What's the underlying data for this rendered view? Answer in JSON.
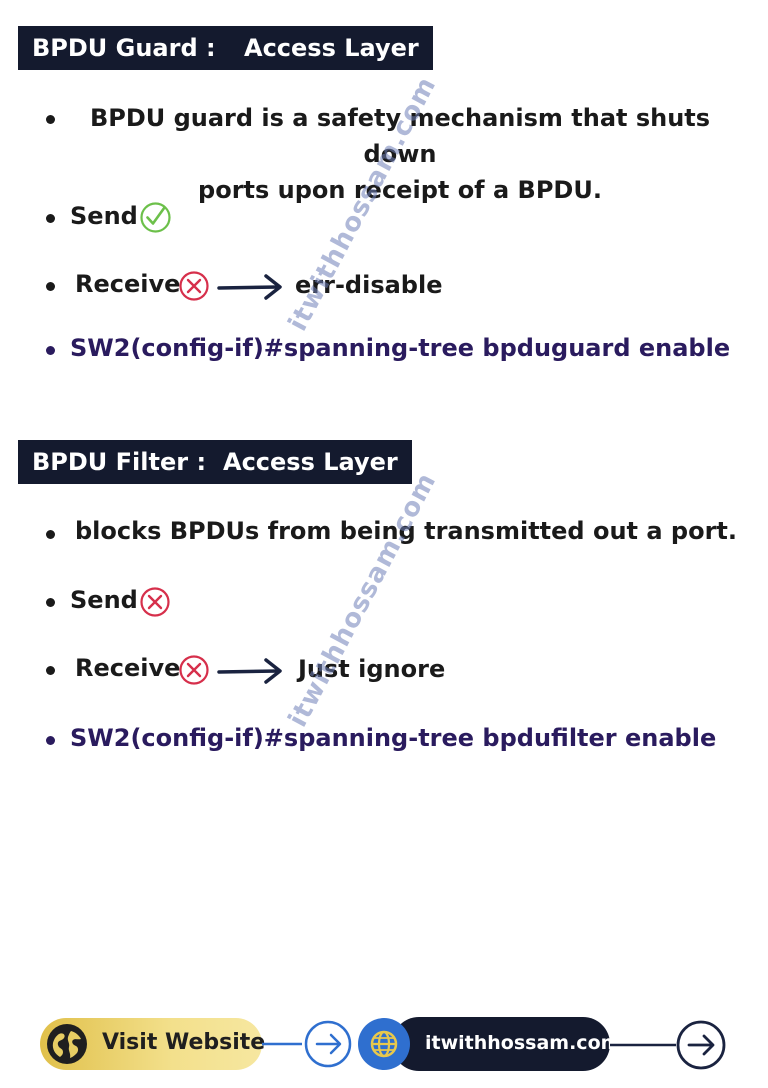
{
  "guard": {
    "tag_title": "BPDU Guard :",
    "tag_layer": "Access Layer",
    "description_line1": "BPDU guard is a safety mechanism that shuts down",
    "description_line2": "ports upon receipt of a BPDU.",
    "send_label": "Send",
    "send_icon": "check-circle-icon",
    "receive_label": "Receive",
    "receive_icon": "x-circle-icon",
    "receive_result": "err-disable",
    "command": "SW2(config-if)#spanning-tree bpduguard enable"
  },
  "filter": {
    "tag_title": "BPDU Filter :",
    "tag_layer": "Access Layer",
    "description": "blocks BPDUs from being transmitted out a port.",
    "send_label": "Send",
    "send_icon": "x-circle-icon",
    "receive_label": "Receive",
    "receive_icon": "x-circle-icon",
    "receive_result": "Just ignore",
    "command": "SW2(config-if)#spanning-tree bpdufilter enable"
  },
  "watermark": "itwithhossam.com",
  "footer": {
    "visit_label": "Visit Website",
    "site_label": "itwithhossam.com"
  },
  "colors": {
    "tag_bg": "#141a2e",
    "command_text": "#2a1b5e",
    "check_green": "#6cc04a",
    "cross_red": "#d62f4b",
    "arrow_navy": "#1a2340",
    "pill_gold": "#e0c04a",
    "globe_blue": "#2f6fcf"
  }
}
